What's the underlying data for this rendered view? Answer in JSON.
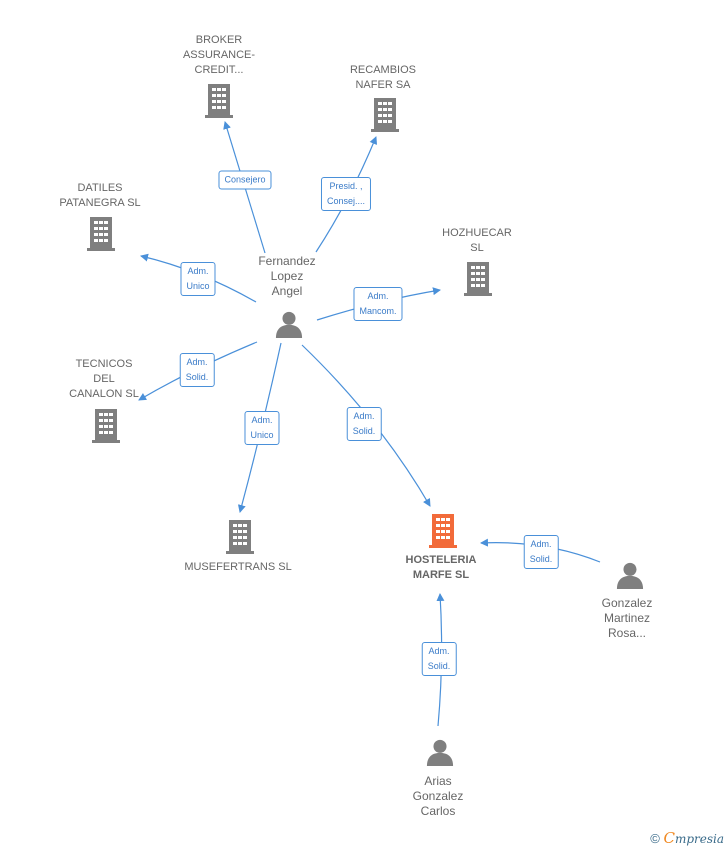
{
  "colors": {
    "edge": "#4a90d9",
    "company": "#7f7f7f",
    "main_company": "#f26b3a",
    "person": "#7f7f7f"
  },
  "nodes": {
    "broker": "BROKER\nASSURANCE-\nCREDIT...",
    "recambios": "RECAMBIOS\nNAFER SA",
    "datiles": "DATILES\nPATANEGRA SL",
    "hozhuecar": "HOZHUECAR\nSL",
    "tecnicos": "TECNICOS\nDEL\nCANALON SL",
    "musefertrans": "MUSEFERTRANS SL",
    "hosteleria": "HOSTELERIA\nMARFE SL",
    "fernandez": "Fernandez\nLopez\nAngel",
    "gonzalez": "Gonzalez\nMartinez\nRosa...",
    "arias": "Arias\nGonzalez\nCarlos"
  },
  "edges": {
    "consejero": "Consejero",
    "presid": "Presid. ,\nConsej....",
    "datiles": "Adm.\nUnico",
    "hozhuecar": "Adm.\nMancom.",
    "tecnicos": "Adm.\nSolid.",
    "musefertrans": "Adm.\nUnico",
    "hosteleria": "Adm.\nSolid.",
    "gonzalez": "Adm.\nSolid.",
    "arias": "Adm.\nSolid."
  },
  "footer": {
    "copyright_symbol": "©",
    "brand_initial": "C",
    "brand_rest": "mpresia"
  }
}
